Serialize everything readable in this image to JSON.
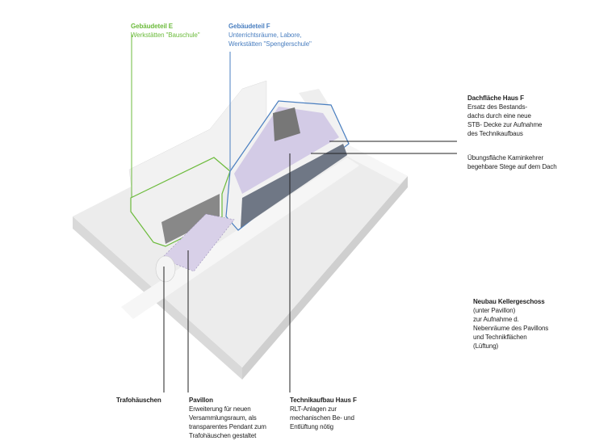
{
  "colors": {
    "building_e": "#6cbb3c",
    "building_f": "#4a7fc0",
    "accent_area": "#c9bfe0",
    "leader": "#222222"
  },
  "labels": {
    "building_e": {
      "title": "Gebäudeteil E",
      "lines": [
        "Werkstätten \"Bauschule\""
      ]
    },
    "building_f": {
      "title": "Gebäudeteil F",
      "lines": [
        "Unterrichtsräume, Labore,",
        "Werkstätten \"Spenglerschule\""
      ]
    },
    "roof_f": {
      "title": "Dachfläche Haus F",
      "lines": [
        "Ersatz des Bestands-",
        "dachs durch eine neue",
        "STB- Decke zur Aufnahme",
        "des Technikaufbaus"
      ]
    },
    "practice_area": {
      "title": "Übungsfläche Kaminkehrer",
      "lines": [
        "begehbare Stege auf dem Dach"
      ]
    },
    "basement": {
      "title": "Neubau Kellergeschoss",
      "lines": [
        "(unter Pavillon)",
        "zur Aufnahme d.",
        "Nebenräume des Pavillons",
        "und Technikflächen",
        "(Lüftung)"
      ]
    },
    "transformer": {
      "title": "Trafohäuschen",
      "lines": []
    },
    "pavilion": {
      "title": "Pavillon",
      "lines": [
        "Erweiterung für neuen",
        "Versammlungsraum, als",
        "transparentes Pendant zum",
        "Trafohäuschen gestaltet"
      ]
    },
    "tech_f": {
      "title": "Technikaufbau Haus F",
      "lines": [
        "RLT-Anlagen zur",
        "mechanischen Be- und",
        "Entlüftung nötig"
      ]
    }
  }
}
